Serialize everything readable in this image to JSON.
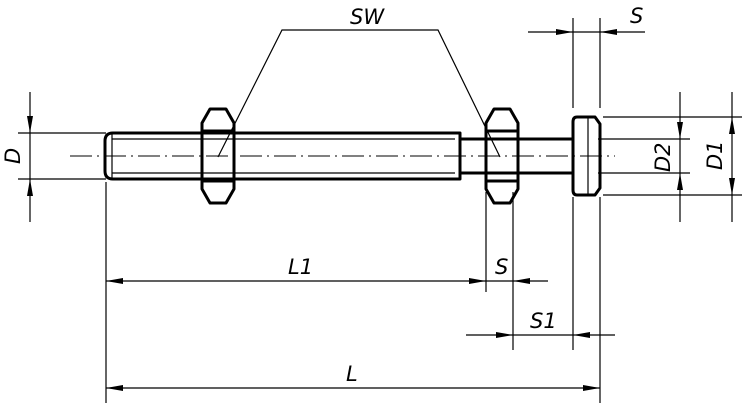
{
  "drawing": {
    "labels": {
      "sw": "SW",
      "s_top": "S",
      "d": "D",
      "d2": "D2",
      "d1": "D1",
      "l1": "L1",
      "s_mid": "S",
      "s1": "S1",
      "l": "L"
    }
  }
}
